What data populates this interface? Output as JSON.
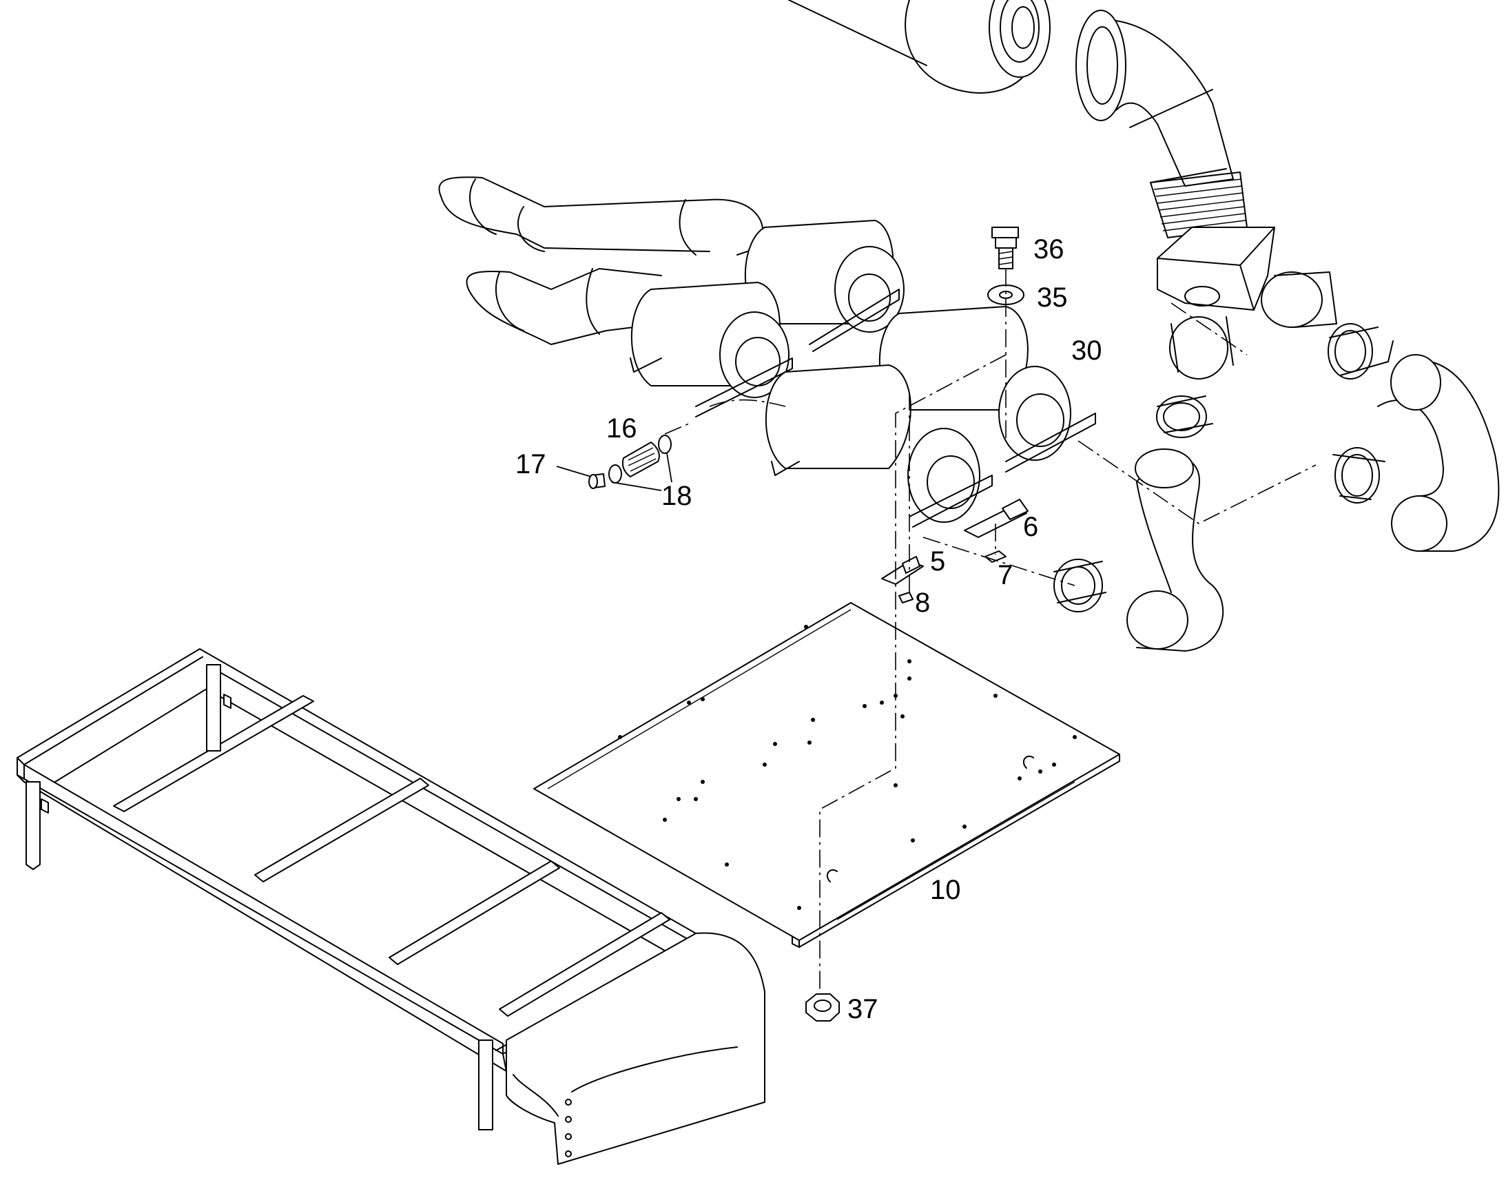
{
  "callouts": {
    "c5": "5",
    "c6": "6",
    "c7": "7",
    "c8": "8",
    "c10": "10",
    "c16": "16",
    "c17": "17",
    "c18": "18",
    "c30": "30",
    "c35": "35",
    "c36": "36",
    "c37": "37"
  }
}
